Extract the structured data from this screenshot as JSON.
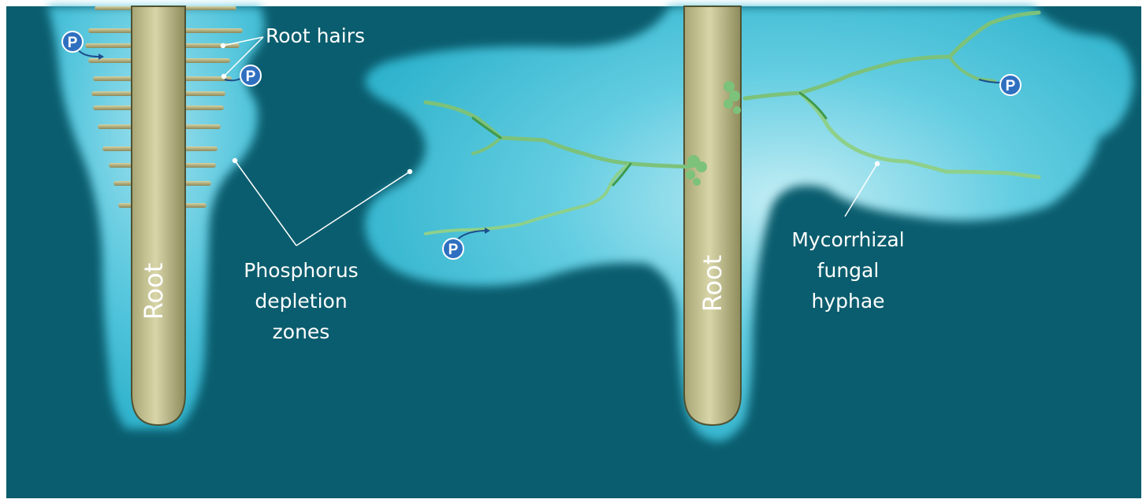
{
  "labels": {
    "root_hairs": "Root hairs",
    "depletion_line1": "Phosphorus",
    "depletion_line2": "depletion",
    "depletion_line3": "zones",
    "root_left": "Root",
    "root_right": "Root",
    "myco_line1": "Mycorrhizal",
    "myco_line2": "fungal",
    "myco_line3": "hyphae",
    "phosphorus_symbol": "P"
  },
  "colors": {
    "soil": "#0a5d6e",
    "depletion_zone": "#3fc0d8",
    "depletion_zone_light": "#b9eaf2",
    "root_fill": "#c7c594",
    "root_dark": "#8f8b5d",
    "hyphae": "#7cc27a",
    "hyphae_dark": "#3f9a4d",
    "phosphorus_badge": "#2f6fc0",
    "label_text": "#ffffff"
  }
}
